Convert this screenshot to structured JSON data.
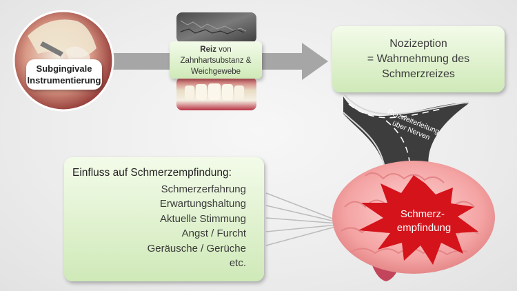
{
  "procedure": {
    "label_line1": "Subgingivale",
    "label_line2": "Instrumentierung"
  },
  "stimulus": {
    "bold": "Reiz",
    "rest_line1": " von",
    "line2": "Zahnhartsubstanz &",
    "line3": "Weichgewebe"
  },
  "nociception": {
    "line1": "Nozizeption",
    "line2": "= Wahrnehmung des",
    "line3": "Schmerzreizes"
  },
  "road": {
    "line1": "Reizweiterleitung",
    "line2": "über Nerven"
  },
  "influence": {
    "title": "Einfluss auf Schmerzempfindung:",
    "items": [
      "Schmerzerfahrung",
      "Erwartungshaltung",
      "Aktuelle Stimmung",
      "Angst / Furcht",
      "Geräusche / Gerüche",
      "etc."
    ]
  },
  "brain": {
    "line1": "Schmerz-",
    "line2": "empfindung"
  },
  "colors": {
    "arrow": "#a6a6a6",
    "box_green": "#cfe9b8",
    "burst": "#d4131b",
    "brain": "#f2a2a2"
  }
}
